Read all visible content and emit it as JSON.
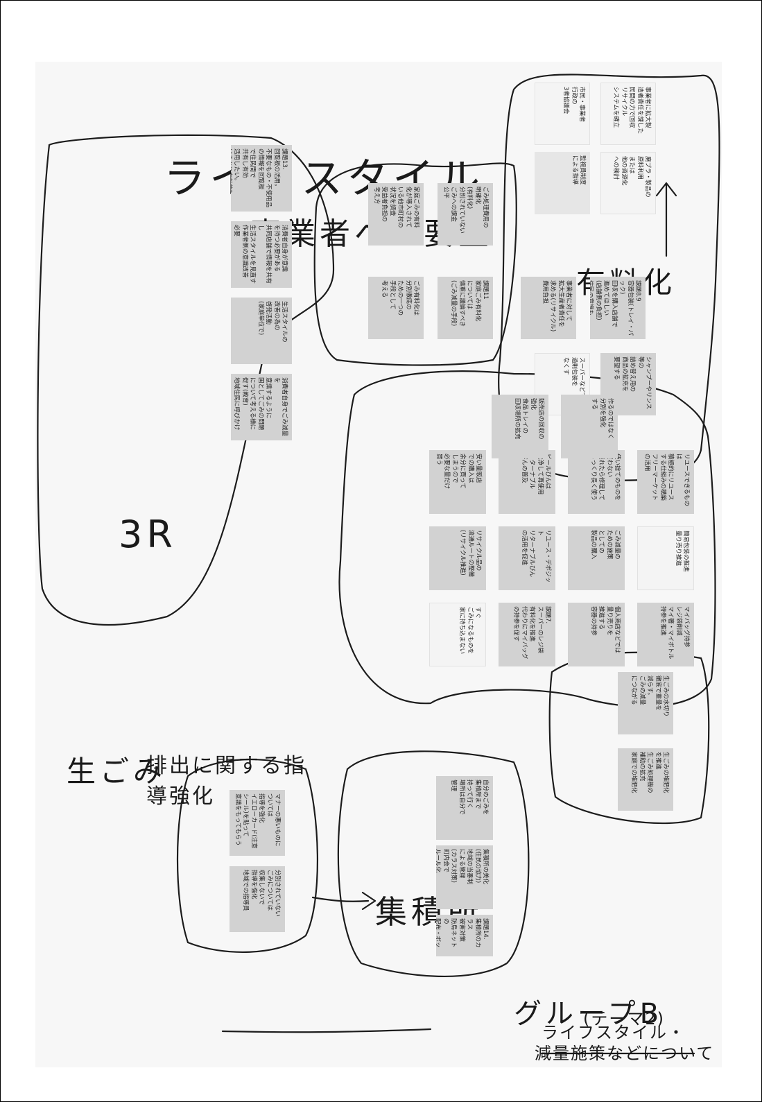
{
  "document": {
    "title": "グループB",
    "theme": "(テーマ2)",
    "subtitle_line1": "ライフスタイル・",
    "subtitle_line2": "減量施策などについて"
  },
  "clusters": {
    "lifestyle": {
      "label": "ライフスタイル",
      "notes": [
        "課題13.\n回覧板の活用。\n不要なもの・不使用品\nの情報を回覧板\nで住民間で\n共有し有効\n活用したい。\nはるかに有効的？",
        "消費者自身が意識\nを持つ必要がある\n共同店舗で情報を共有し\n生活スタイルを見直す\n作業者側の意識改善\n必要",
        "生活スタイルの\n改善の為の\n啓発活動\n(家庭単位で)",
        "消費者自身でごみ減量を\n意識するように\n国としてごみの問題\nについて考える様に\n促す(教育)\n地域住民に呼びかけ"
      ]
    },
    "business": {
      "label": "事業者への要望",
      "notes": [
        "課題8.9\n容器包装(トレイ・パック)\n回収を購入店舗で\n進めてほしい\n(店舗側の負担)\n住民の意識も",
        "事業者に対して\n拡大生産者責任を\n求める(リサイクル)\n費用負担",
        "スーパーなどで\n過剰包装を\nなくす",
        "シャンプーやリンス等の\n詰め替え用の\n商品の拡充を\n要望する",
        "事業者に拡大製\n造者責任を課した\n民間の力で回収\nリサイクル\nシステムを確立",
        "市民・事業者\n行政の\n3者協議会",
        "監視員制度\nによる指導",
        "廃プラ・製品の\n原料利用\nまたは\n他の資源化\nへの検討"
      ]
    },
    "three_r": {
      "label": "3R",
      "notes": [
        "リユースできるものは\n積極的にリユース\nする仕組みの構築\nフリーマーケット\nの活用",
        "使い捨てのものを\n買わない\n壊れたら修理して\nじっくり長く使う",
        "ビールびんは\n洗浄して再使用\nリターナブル\nびんの普及",
        "安い量販店\nでの購入は\n余分に買って\nしまうので\n必要な量だけ\n買う",
        "ごみ減量の\nための施策\nとしての\n製品の購入",
        "リユース・デポジット\nリターナブルびん\nの活用を促進",
        "リサイクル品の\n流通ルートの整備\n(リサイクル推進)",
        "マイバッグ持参\nレジ袋削減\nマイ箸・マイボトル\n持参を推進",
        "個人商店などでは\n量り売りを\n推進する\n容器の持参",
        "課題7.\nスーパーのレジ袋\n有料化を推進\n代わりにマイバッグ\nの持参を促す",
        "すぐ\nごみになるものを\n家に持ち込まない",
        "簡易包装の推進\n量り売り推進",
        "作るのではなく\n分別を強化\nする",
        "販売店の回収の\n強化\n食品トレイの\n回収場所の拡充"
      ]
    },
    "fee": {
      "label": "有料化",
      "notes": [
        "ごみ処理費用の\n明確化\n(有料化)\n分別されていない\nごみへの課金\n公平",
        "家庭ごみの有料\n化が導入されて\nいる他市町村の\n状況を調査\n受益者負担の\n考え方",
        "課題11\n家庭ごみ有料化\nについては\n慎重に議論すべき\n(ごみ減量の手段)",
        "ごみ有料化は\n分別徹底の\nための一つの\n手段として\n考える"
      ]
    },
    "kitchen": {
      "label": "生ごみ",
      "notes": [
        "生ごみの水切り\n徹底で重量を\n減らす。\nごみの減量\nにつながる",
        "生ごみの堆肥化\nを推進\n生ごみ処理機の\n補助の拡充\n家庭での堆肥化"
      ]
    },
    "collection": {
      "label": "集積所",
      "notes": [
        "自分のごみを\n集積所まで\n持って行く\n場所は自分で\n管理",
        "集積所の美化\n(住民の協力)\n地域の当番制\nによる管理\n(カラス対策)\n町内会で\nルール化",
        "課題14.\n集積所のカラス\n被害対策\n防鳥ネットの\n配布・ボックス\n等の設置を\n検討してほしい"
      ]
    },
    "guidance": {
      "label": "排出に関する指導強化",
      "notes": [
        "マナーの悪いものに\nついては\n指導を強化\nイエローカード(注意\nシール)を貼って\n意識をもってもらう",
        "分別されていない\nごみについては\n収集しないで\n指導を強化\n地域での指導員"
      ]
    }
  }
}
